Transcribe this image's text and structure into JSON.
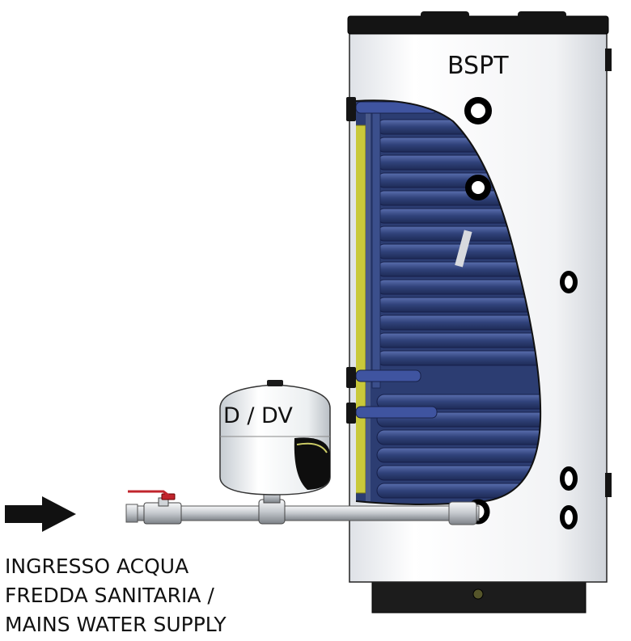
{
  "tank": {
    "label": "BSPT"
  },
  "expansion_vessel": {
    "label": "D / DV"
  },
  "inlet": {
    "lines": [
      "INGRESSO ACQUA",
      "FREDDA SANITARIA /",
      "MAINS WATER SUPPLY"
    ]
  },
  "colors": {
    "coil_blue": "#34467e",
    "insulation_yellow": "#c9c93a",
    "tank_white": "#f4f5f7",
    "base_black": "#1c1c1c",
    "valve_red": "#c0242c",
    "arrow_black": "#111111"
  },
  "icons": {
    "flow_direction": "right-arrow-icon"
  }
}
